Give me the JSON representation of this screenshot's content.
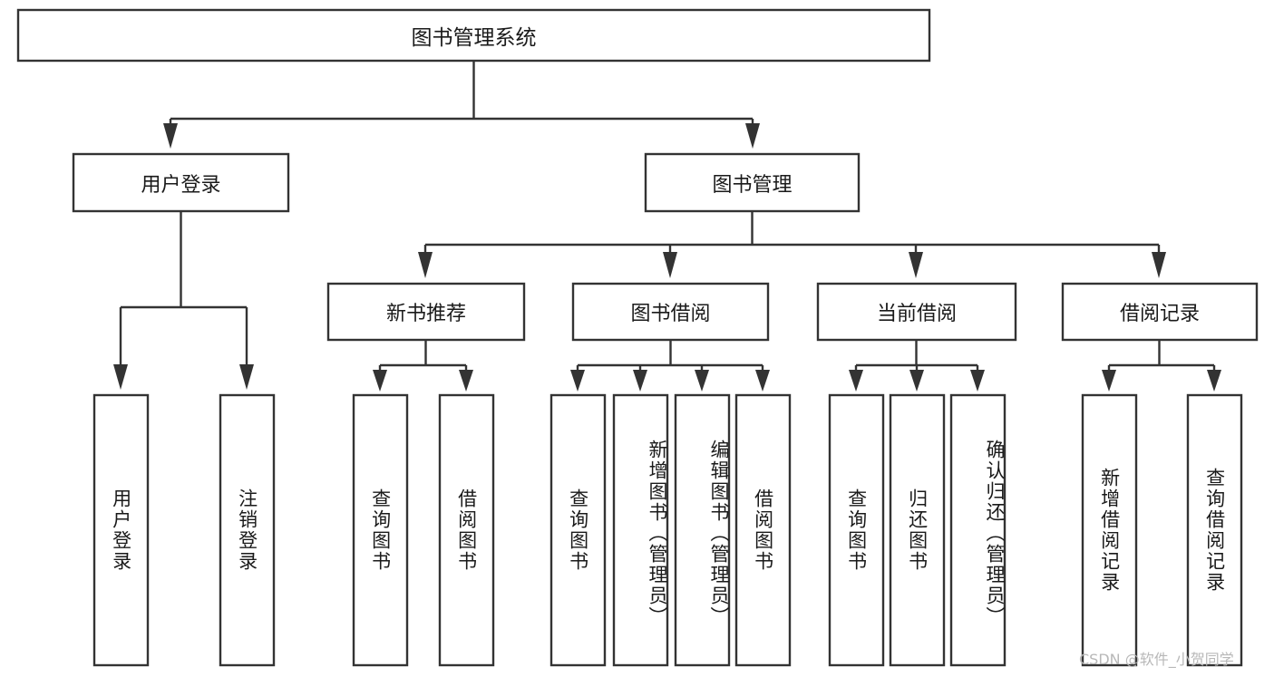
{
  "diagram": {
    "type": "tree",
    "orientation": "top-down",
    "title": "图书管理系统",
    "root": {
      "label": "图书管理系统",
      "level": 0
    },
    "level1": [
      {
        "label": "用户登录"
      },
      {
        "label": "图书管理"
      }
    ],
    "level2": [
      {
        "label": "新书推荐",
        "parent": "图书管理"
      },
      {
        "label": "图书借阅",
        "parent": "图书管理"
      },
      {
        "label": "当前借阅",
        "parent": "图书管理"
      },
      {
        "label": "借阅记录",
        "parent": "图书管理"
      }
    ],
    "leaves": {
      "user_login": [
        {
          "label": "用户登录"
        },
        {
          "label": "注销登录"
        }
      ],
      "new_book_recommend": [
        {
          "label": "查询图书"
        },
        {
          "label": "借阅图书"
        }
      ],
      "book_borrow": [
        {
          "label": "查询图书"
        },
        {
          "label": "新增图书（管理员）"
        },
        {
          "label": "编辑图书（管理员）"
        },
        {
          "label": "借阅图书"
        }
      ],
      "current_borrow": [
        {
          "label": "查询图书"
        },
        {
          "label": "归还图书"
        },
        {
          "label": "确认归还（管理员）"
        }
      ],
      "borrow_record": [
        {
          "label": "新增借阅记录"
        },
        {
          "label": "查询借阅记录"
        }
      ]
    },
    "watermark": "CSDN @软件_小贺同学",
    "colors": {
      "background": "#ffffff",
      "box_fill": "#ffffff",
      "box_stroke": "#333333",
      "text": "#1a1a1a",
      "watermark": "#b8b8b8"
    }
  }
}
